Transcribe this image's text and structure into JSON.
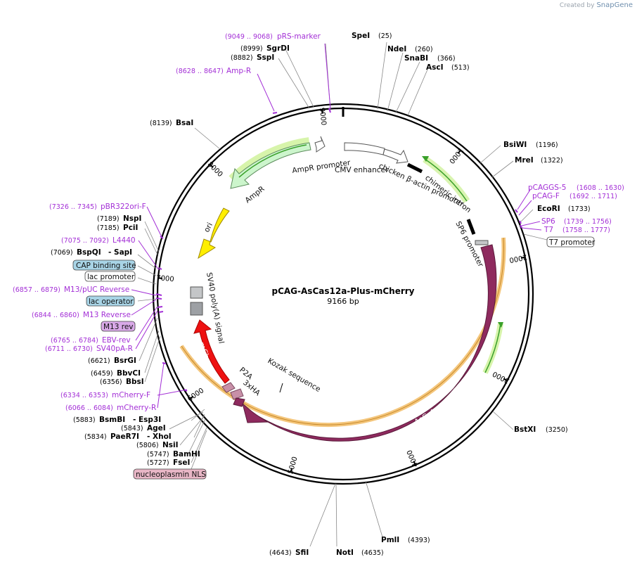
{
  "credit": {
    "prefix": "Created by",
    "brand": "SnapGene"
  },
  "plasmid": {
    "name": "pCAG-AsCas12a-Plus-mCherry",
    "size_label": "9166 bp",
    "length": 9166
  },
  "ticks": [
    {
      "label": "1000",
      "pos": 1000
    },
    {
      "label": "2000",
      "pos": 2000
    },
    {
      "label": "3000",
      "pos": 3000
    },
    {
      "label": "4000",
      "pos": 4000
    },
    {
      "label": "5000",
      "pos": 5000
    },
    {
      "label": "6000",
      "pos": 6000
    },
    {
      "label": "7000",
      "pos": 7000
    },
    {
      "label": "8000",
      "pos": 8000
    },
    {
      "label": "9000",
      "pos": 9000
    }
  ],
  "sites": [
    {
      "name": "SpeI",
      "pos": "(25)"
    },
    {
      "name": "NdeI",
      "pos": "(260)"
    },
    {
      "name": "SnaBI",
      "pos": "(366)"
    },
    {
      "name": "AscI",
      "pos": "(513)"
    },
    {
      "name": "BsiWI",
      "pos": "(1196)"
    },
    {
      "name": "MreI",
      "pos": "(1322)"
    },
    {
      "name": "EcoRI",
      "pos": "(1733)"
    },
    {
      "name": "BstXI",
      "pos": "(3250)"
    },
    {
      "name": "PmlI",
      "pos": "(4393)"
    },
    {
      "name": "NotI",
      "pos": "(4635)"
    },
    {
      "name": "SfiI",
      "pos": "(4643)"
    },
    {
      "name": "FseI",
      "pos": "(5727)"
    },
    {
      "name": "BamHI",
      "pos": "(5747)"
    },
    {
      "name": "NsiI",
      "pos": "(5806)"
    },
    {
      "name": "PaeR7I",
      "pos": "(5834)",
      "extra": "- XhoI"
    },
    {
      "name": "AgeI",
      "pos": "(5843)"
    },
    {
      "name": "BsmBI",
      "pos": "(5883)",
      "extra": "- Esp3I"
    },
    {
      "name": "BbsI",
      "pos": "(6356)"
    },
    {
      "name": "BbvCI",
      "pos": "(6459)"
    },
    {
      "name": "BsrGI",
      "pos": "(6621)"
    },
    {
      "name": "BspQI",
      "pos": "(7069)",
      "extra": "- SapI"
    },
    {
      "name": "PciI",
      "pos": "(7185)"
    },
    {
      "name": "NspI",
      "pos": "(7189)"
    },
    {
      "name": "BsaI",
      "pos": "(8139)"
    },
    {
      "name": "SspI",
      "pos": "(8882)"
    },
    {
      "name": "SgrDI",
      "pos": "(8999)"
    }
  ],
  "primers": [
    {
      "name": "pRS-marker",
      "pos": "(9049 .. 9068)"
    },
    {
      "name": "Amp-R",
      "pos": "(8628 .. 8647)"
    },
    {
      "name": "pCAGGS-5",
      "pos": "(1608 .. 1630)"
    },
    {
      "name": "pCAG-F",
      "pos": "(1692 .. 1711)"
    },
    {
      "name": "SP6",
      "pos": "(1739 .. 1756)"
    },
    {
      "name": "T7",
      "pos": "(1758 .. 1777)"
    },
    {
      "name": "pBR322ori-F",
      "pos": "(7326 .. 7345)"
    },
    {
      "name": "L4440",
      "pos": "(7075 .. 7092)"
    },
    {
      "name": "M13/pUC Reverse",
      "pos": "(6857 .. 6879)"
    },
    {
      "name": "M13 Reverse",
      "pos": "(6844 .. 6860)"
    },
    {
      "name": "EBV-rev",
      "pos": "(6765 .. 6784)"
    },
    {
      "name": "SV40pA-R",
      "pos": "(6711 .. 6730)"
    },
    {
      "name": "mCherry-F",
      "pos": "(6334 .. 6353)"
    },
    {
      "name": "mCherry-R",
      "pos": "(6066 .. 6084)"
    }
  ],
  "boxed_labels": [
    {
      "text": "CAP binding site",
      "color": "#a8d4e6"
    },
    {
      "text": "lac promoter",
      "color": "#ffffff"
    },
    {
      "text": "lac operator",
      "color": "#a8d4e6"
    },
    {
      "text": "M13 rev",
      "color": "#d9a9e8"
    },
    {
      "text": "T7 promoter",
      "color": "#ffffff"
    },
    {
      "text": "nucleoplasmin NLS",
      "color": "#e8b6c6"
    }
  ],
  "features": [
    {
      "name": "AmpR promoter"
    },
    {
      "name": "CMV enhancer"
    },
    {
      "name": "chicken β-actin promoter"
    },
    {
      "name": "chimeric intron"
    },
    {
      "name": "SP6 promoter"
    },
    {
      "name": "AmpR"
    },
    {
      "name": "ori"
    },
    {
      "name": "SV40 poly(A) signal"
    },
    {
      "name": "mCherry"
    },
    {
      "name": "P2A"
    },
    {
      "name": "3xHA"
    },
    {
      "name": "Kozak sequence"
    },
    {
      "name": "AsCpf1"
    }
  ],
  "colors": {
    "backbone": "#000000",
    "cas": "#8e2a5e",
    "cas_stroke": "#5b1a3b",
    "mcherry": "#ee1111",
    "ori": "#ffee00",
    "ampr": "#ccf5cc",
    "primer": "#a32fd6",
    "orf_highlight": "#f4c67c",
    "green_arrow": "#3aa02a",
    "green_glow": "#c9f08f"
  }
}
